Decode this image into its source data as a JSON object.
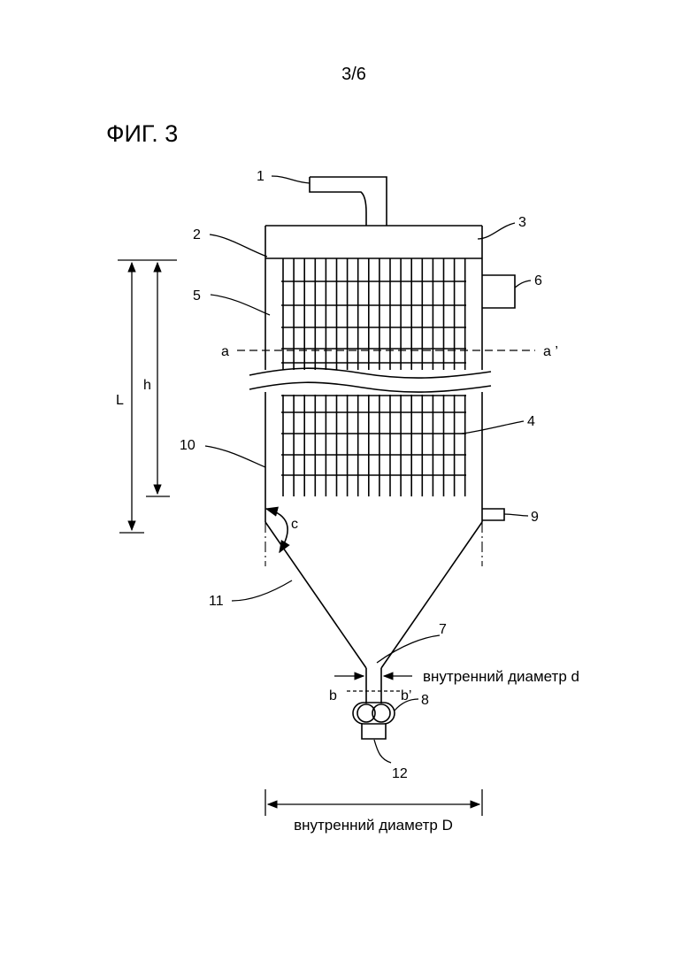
{
  "page": {
    "number": "3/6"
  },
  "figure": {
    "title": "ФИГ. 3"
  },
  "labels": {
    "n1": "1",
    "n2": "2",
    "n3": "3",
    "n4": "4",
    "n5": "5",
    "n6": "6",
    "n7": "7",
    "n8": "8",
    "n9": "9",
    "n10": "10",
    "n11": "11",
    "n12": "12",
    "a": "a",
    "a_prime": "a ’",
    "b": "b",
    "b_prime": "b’",
    "c": "c",
    "h": "h",
    "L": "L"
  },
  "dimensions": {
    "inner_d": "внутренний диаметр d",
    "inner_D": "внутренний диаметр D"
  }
}
